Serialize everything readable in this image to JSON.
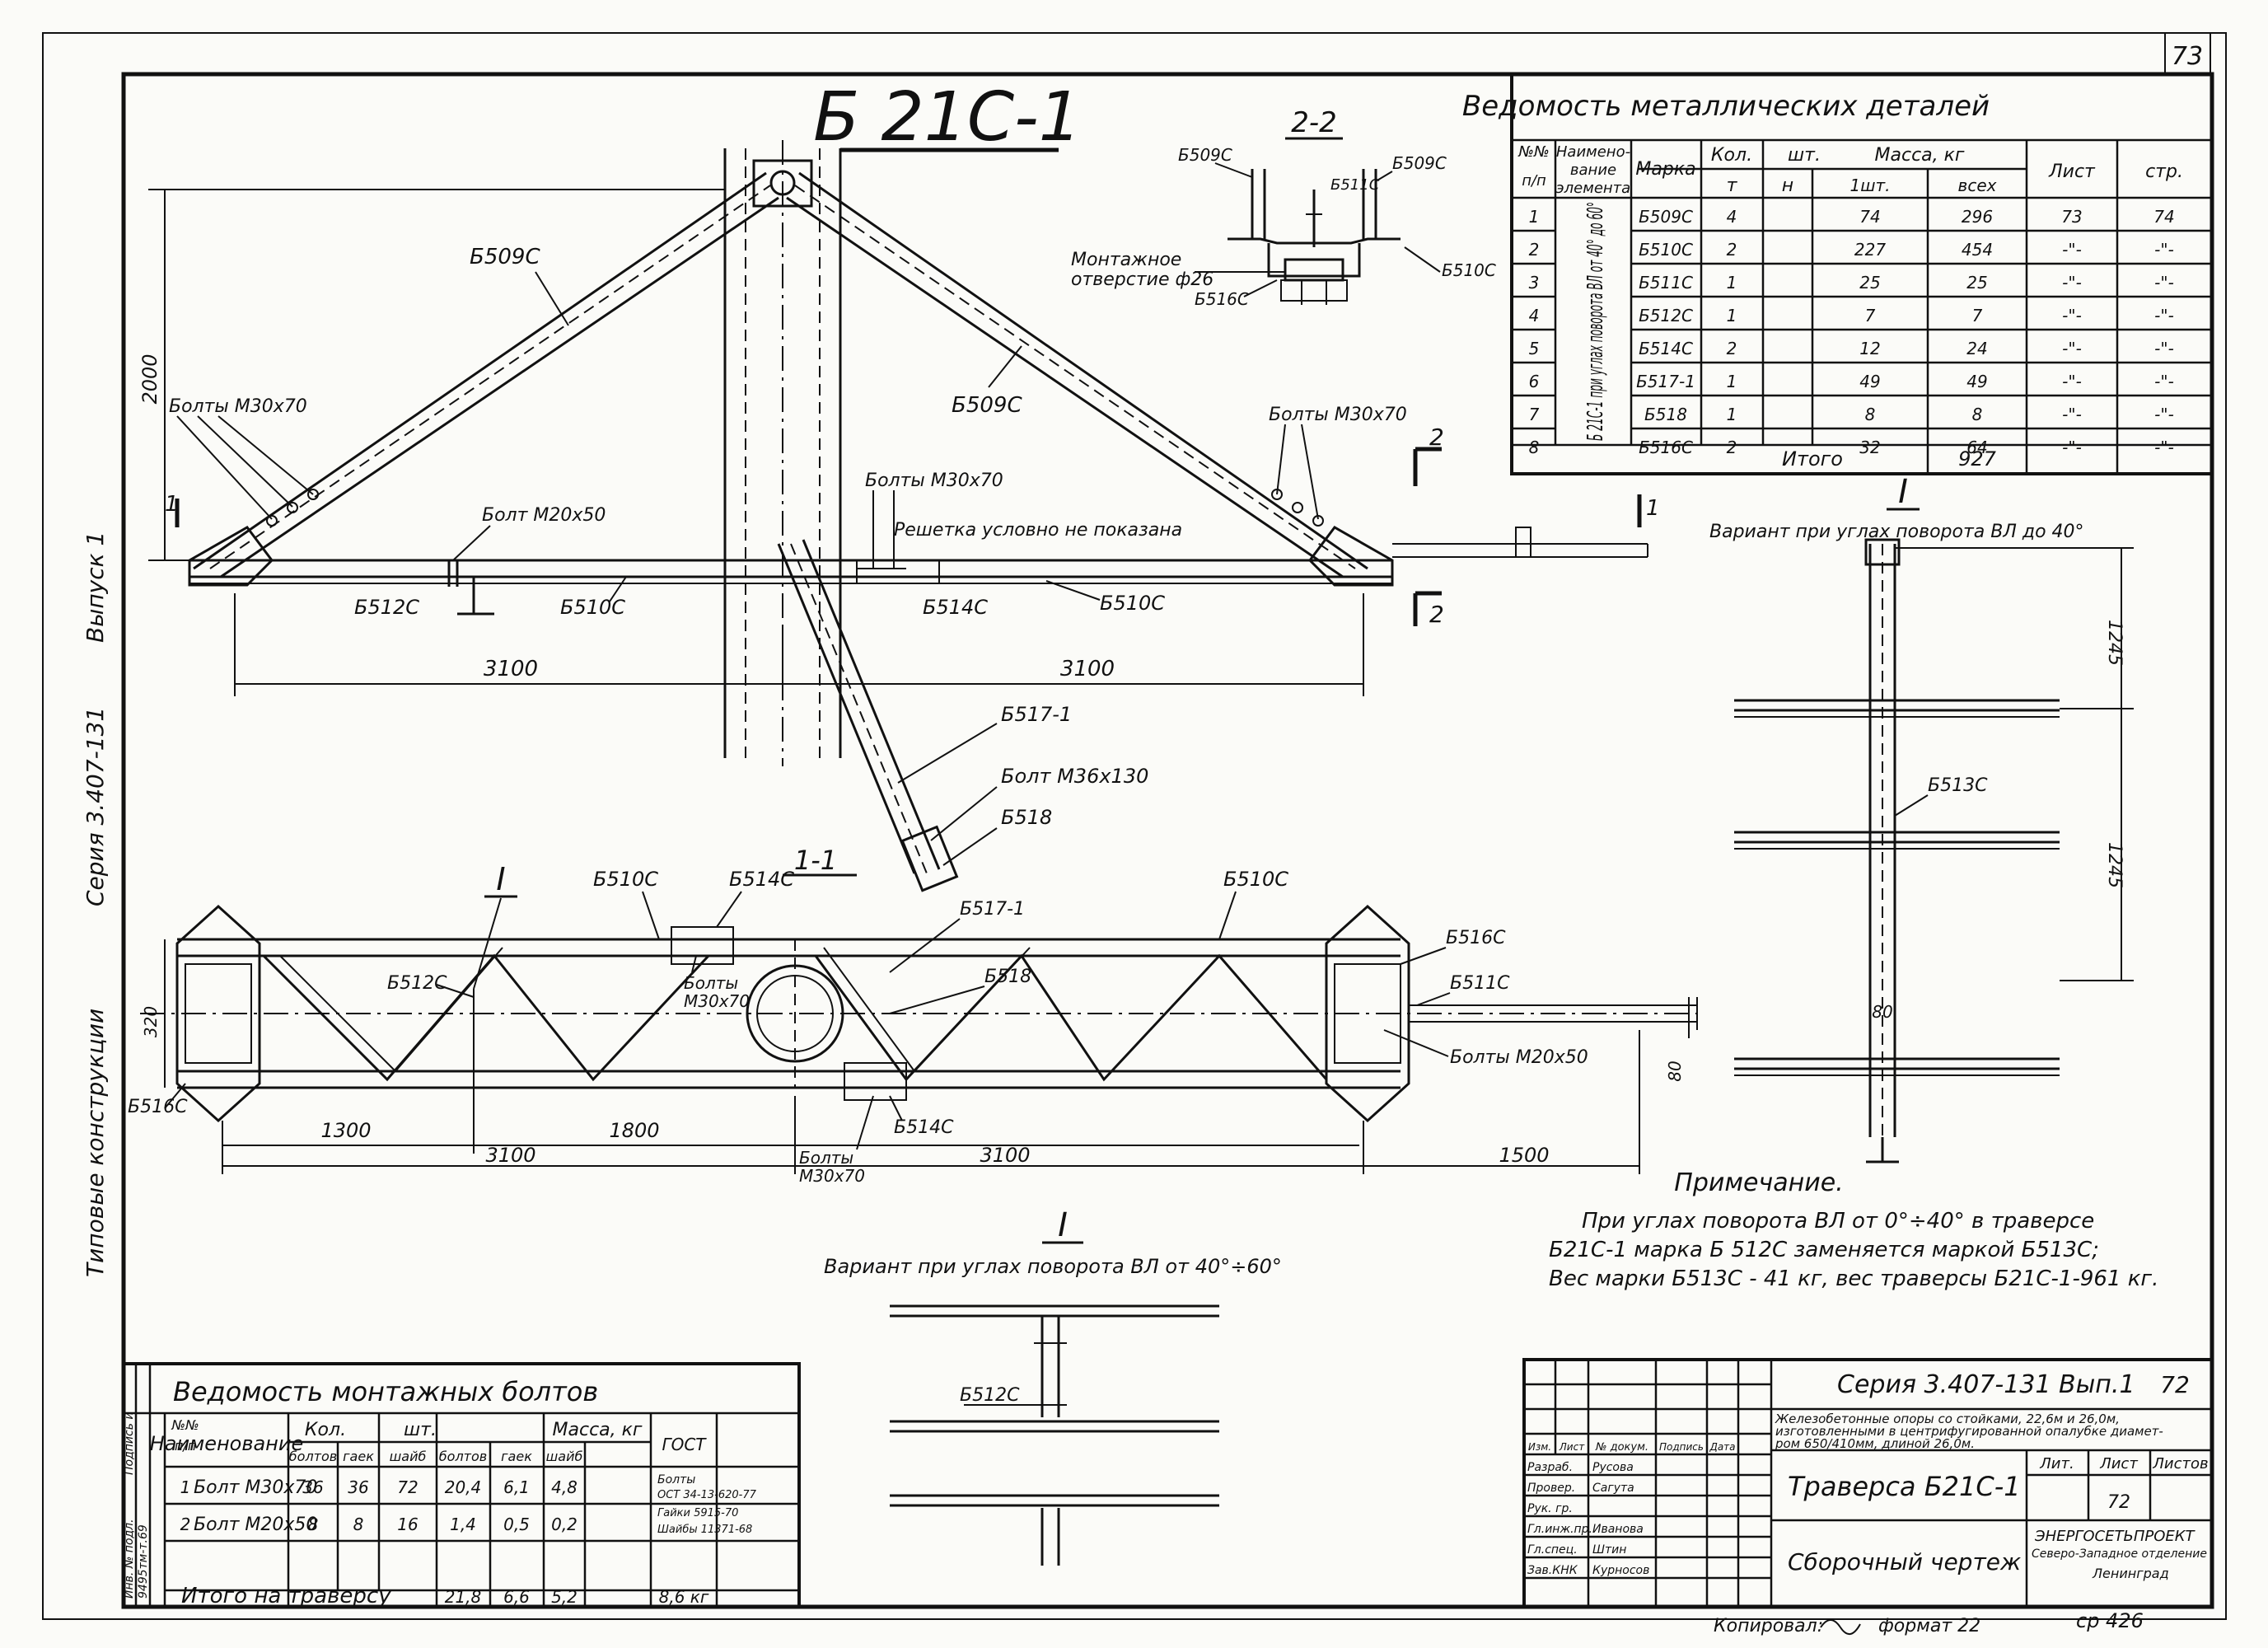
{
  "page_number": "73",
  "drawing_title": "Б 21С-1",
  "section_2_2": "2-2",
  "section_1_1": "1-1",
  "detail_I": "I",
  "side_label": {
    "series": "Серия 3.407-131",
    "issue": "Выпуск 1",
    "typical": "Типовые конструкции"
  },
  "elevation": {
    "marks": {
      "b509c_left": "Б509С",
      "b509c_right": "Б509С",
      "b510c_left": "Б510С",
      "b510c_right": "Б510С",
      "b512c": "Б512С",
      "b514c": "Б514С",
      "b517": "Б517-1",
      "b518": "Б518"
    },
    "bolts": {
      "left": "Болты М30х70",
      "right": "Болты М30х70",
      "center": "Болты М30х70",
      "m20": "Болт М20х50",
      "m36": "Болт М36х130"
    },
    "lattice_note": "Решетка условно не показана",
    "dims": {
      "height": "2000",
      "left_span": "3100",
      "right_span": "3100"
    },
    "section_marks": {
      "one": "1",
      "two": "2"
    }
  },
  "section22": {
    "b509c_a": "Б509С",
    "b509c_b": "Б509С",
    "b511c": "Б511С",
    "b510c": "Б510С",
    "b516c": "Б516С",
    "hole_1": "Монтажное",
    "hole_2": "отверстие ф26"
  },
  "plan": {
    "marks": {
      "b510c_left": "Б510С",
      "b510c_right": "Б510С",
      "b514c_top": "Б514С",
      "b514c_bottom": "Б514С",
      "b512c": "Б512С",
      "b517": "Б517-1",
      "b518": "Б518",
      "b516c_right": "Б516С",
      "b516c_left": "Б516С",
      "b511c": "Б511С",
      "detail": "I"
    },
    "bolts": {
      "top_1": "Болты",
      "top_2": "М30х70",
      "bottom_1": "Болты",
      "bottom_2": "М30х70",
      "right": "Болты М20х50"
    },
    "dims": {
      "width": "320",
      "d1300": "1300",
      "d1800": "1800",
      "d3100_l": "3100",
      "d3100_r": "3100",
      "d1500": "1500",
      "d80": "80"
    }
  },
  "variant_right": {
    "title": "Вариант при углах поворота ВЛ до 40°",
    "mark": "Б513С",
    "dim_top": "1245",
    "dim_bottom": "1245",
    "dim_small": "80"
  },
  "variant_bottom": {
    "title": "Вариант при углах поворота ВЛ от 40°÷60°",
    "mark": "Б512С"
  },
  "note": {
    "heading": "Примечание.",
    "lines": [
      "При углах поворота ВЛ от 0°÷40° в траверсе",
      "Б21С-1 марка Б 512С заменяется маркой Б513С;",
      "Вес марки Б513С - 41 кг, вес траверсы Б21С-1-961 кг."
    ]
  },
  "metal_table": {
    "title": "Ведомость металлических деталей",
    "headers": {
      "num_1": "№№",
      "num_2": "п/п",
      "name_1": "Наимено-",
      "name_2": "вание",
      "name_3": "элемента",
      "mark": "Марка",
      "qty": "Кол.",
      "unit": "шт.",
      "qty_t": "т",
      "qty_n": "н",
      "mass": "Масса, кг",
      "mass_one": "1шт.",
      "mass_all": "всех",
      "sheet": "Лист",
      "page": "стр."
    },
    "element": "Б 21С-1 при углах поворота ВЛ от 40° до 60°",
    "rows": [
      {
        "n": "1",
        "mark": "Б509С",
        "qty": "4",
        "one": "74",
        "all": "296",
        "sheet": "73",
        "page": "74"
      },
      {
        "n": "2",
        "mark": "Б510С",
        "qty": "2",
        "one": "227",
        "all": "454",
        "sheet": "-\"-",
        "page": "-\"-"
      },
      {
        "n": "3",
        "mark": "Б511С",
        "qty": "1",
        "one": "25",
        "all": "25",
        "sheet": "-\"-",
        "page": "-\"-"
      },
      {
        "n": "4",
        "mark": "Б512С",
        "qty": "1",
        "one": "7",
        "all": "7",
        "sheet": "-\"-",
        "page": "-\"-"
      },
      {
        "n": "5",
        "mark": "Б514С",
        "qty": "2",
        "one": "12",
        "all": "24",
        "sheet": "-\"-",
        "page": "-\"-"
      },
      {
        "n": "6",
        "mark": "Б517-1",
        "qty": "1",
        "one": "49",
        "all": "49",
        "sheet": "-\"-",
        "page": "-\"-"
      },
      {
        "n": "7",
        "mark": "Б518",
        "qty": "1",
        "one": "8",
        "all": "8",
        "sheet": "-\"-",
        "page": "-\"-"
      },
      {
        "n": "8",
        "mark": "Б516С",
        "qty": "2",
        "one": "32",
        "all": "64",
        "sheet": "-\"-",
        "page": "-\"-"
      }
    ],
    "total_label": "Итого",
    "total": "927"
  },
  "bolt_table": {
    "title": "Ведомость монтажных болтов",
    "headers": {
      "num_1": "№№",
      "num_2": "п/п",
      "name": "Наименование",
      "qty": "Кол.",
      "unit": "шт.",
      "mass": "Масса, кг",
      "bolts": "болтов",
      "nuts": "гаек",
      "washers": "шайб",
      "gost": "ГОСТ"
    },
    "rows": [
      {
        "n": "1",
        "name": "Болт М30х70",
        "b": "36",
        "g": "36",
        "w": "72",
        "mb": "20,4",
        "mg": "6,1",
        "mw": "4,8"
      },
      {
        "n": "2",
        "name": "Болт М20х50",
        "b": "8",
        "g": "8",
        "w": "16",
        "mb": "1,4",
        "mg": "0,5",
        "mw": "0,2"
      }
    ],
    "gost": [
      "Болты",
      "ОСТ 34-13-620-77",
      "Гайки 5915-70",
      "Шайбы 11371-68"
    ],
    "total": {
      "label": "Итого на траверсу",
      "mb": "21,8",
      "mg": "6,6",
      "mw": "5,2",
      "sum": "8,6 кг"
    },
    "side_labels": [
      "Инв. № подл.",
      "9495тм-т.69",
      "Подпись и"
    ]
  },
  "title_block": {
    "series": "Серия 3.407-131 Вып.1",
    "sheet_no": "72",
    "description": [
      "Железобетонные опоры со стойками, 22,6м и 26,0м,",
      "изготовленными в центрифугированной опалубке диамет-",
      "ром 650/410мм, длиной 26,0м."
    ],
    "sign_headers": {
      "izm": "Изм.",
      "list": "Лист",
      "doc": "№ докум.",
      "sign": "Подпись",
      "date": "Дата"
    },
    "people": [
      {
        "role": "Разраб.",
        "name": "Русова"
      },
      {
        "role": "Провер.",
        "name": "Сагута"
      },
      {
        "role": "Рук. гр.",
        "name": ""
      },
      {
        "role": "Гл.инж.пр.",
        "name": "Иванова"
      },
      {
        "role": "Гл.спец.",
        "name": "Штин"
      },
      {
        "role": "Зав.КНК",
        "name": "Курносов"
      }
    ],
    "name_1": "Траверса Б21С-1",
    "name_2": "Сборочный чертеж",
    "lit": "Лит.",
    "list": "Лист",
    "listov": "Листов",
    "list_val": "72",
    "org_1": "ЭНЕРГОСЕТЬПРОЕКТ",
    "org_2": "Северо-Западное отделение",
    "org_3": "Ленинград",
    "copied": "Копировал:",
    "format": "формат 22",
    "code": "ср 426"
  }
}
